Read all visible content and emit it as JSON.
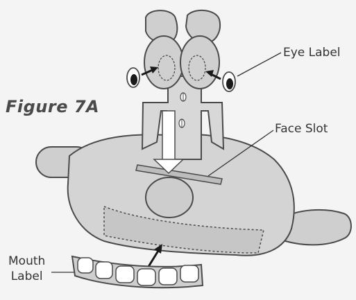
{
  "figure": {
    "title": "Figure 7A"
  },
  "labels": {
    "eye": "Eye Label",
    "face_slot": "Face Slot",
    "mouth_line1": "Mouth",
    "mouth_line2": "Label"
  },
  "colors": {
    "fill": "#d2d2d2",
    "outline": "#4a4a4a",
    "background": "#f4f4f4"
  }
}
